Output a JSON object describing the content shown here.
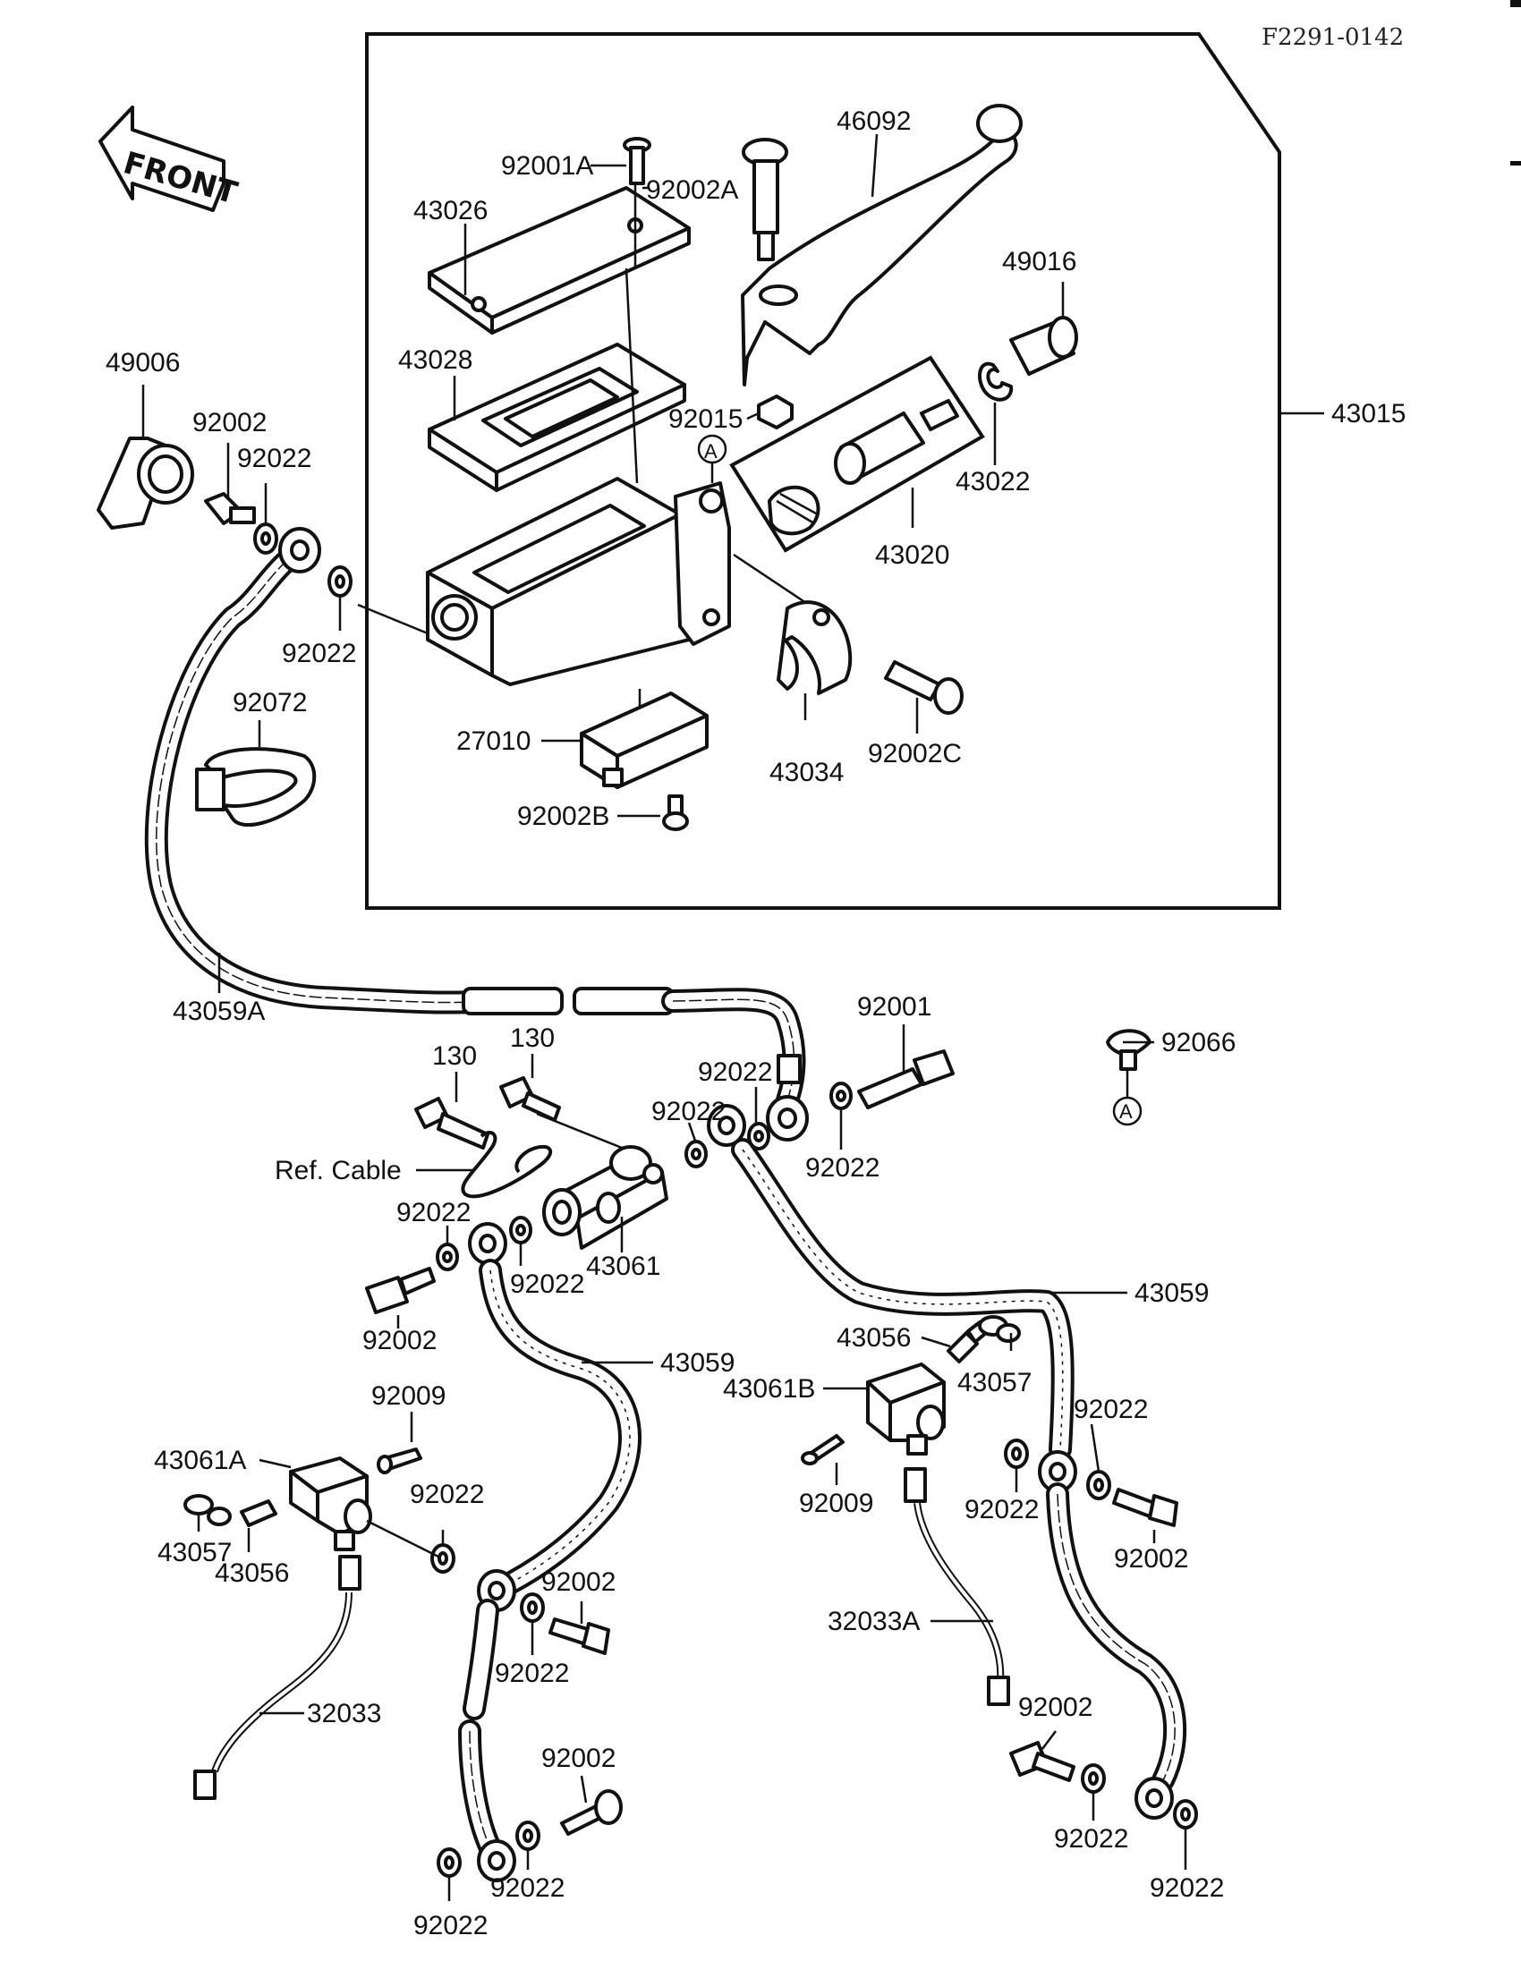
{
  "diagram_code": "F2291-0142",
  "front_label": "FRONT",
  "ref_cable_label": "Ref. Cable",
  "labels": {
    "p92001A": "92001A",
    "p92002A": "92002A",
    "p46092": "46092",
    "p43026": "43026",
    "p49016": "49016",
    "p49006": "49006",
    "p43028": "43028",
    "p43015": "43015",
    "p92002_top": "92002",
    "p92022_top1": "92022",
    "p92015": "92015",
    "pA_top": "A",
    "p43022": "43022",
    "p43020": "43020",
    "p92022_top2": "92022",
    "p92072": "92072",
    "p27010": "27010",
    "p43034": "43034",
    "p92002C": "92002C",
    "p92002B": "92002B",
    "p43059A": "43059A",
    "p92001": "92001",
    "p92066": "92066",
    "pA_bottom": "A",
    "p130_a": "130",
    "p130_b": "130",
    "p92022_m1": "92022",
    "p92022_m2": "92022",
    "p92022_m3": "92022",
    "p92022_m4": "92022",
    "p92022_m5": "92022",
    "p43061": "43061",
    "p92002_m": "92002",
    "p43059_r": "43059",
    "p43056_r": "43056",
    "p43061B": "43061B",
    "p43057_r": "43057",
    "p43059_c": "43059",
    "p92009_l": "92009",
    "p92009_r": "92009",
    "p92022_r1": "92022",
    "p92022_r2": "92022",
    "p92002_r1": "92002",
    "p43061A": "43061A",
    "p43057_l": "43057",
    "p43056_l": "43056",
    "p92022_l1": "92022",
    "p92002_l1": "92002",
    "p92022_l2": "92022",
    "p32033A": "32033A",
    "p32033": "32033",
    "p92002_b1": "92002",
    "p92022_b1": "92022",
    "p92022_b2": "92022",
    "p92002_b2": "92002",
    "p92022_b3": "92022",
    "p92022_b4": "92022"
  }
}
